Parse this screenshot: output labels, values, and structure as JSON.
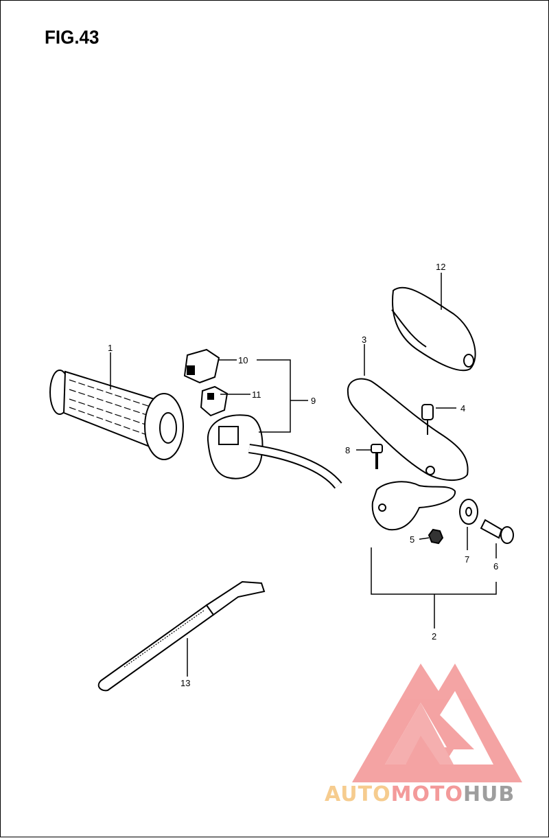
{
  "figure_title": "FIG.43",
  "callouts": {
    "c1": "1",
    "c2": "2",
    "c3": "3",
    "c4": "4",
    "c5": "5",
    "c6": "6",
    "c7": "7",
    "c8": "8",
    "c9": "9",
    "c10": "10",
    "c11": "11",
    "c12": "12",
    "c13": "13"
  },
  "watermark": {
    "part1": "AUTO",
    "part2": "MOTO",
    "part3": "HUB",
    "colors": {
      "auto": "#f6cc8f",
      "moto": "#f39a9a",
      "hub": "#9e9e9e",
      "logo": "#f39a9a"
    }
  }
}
